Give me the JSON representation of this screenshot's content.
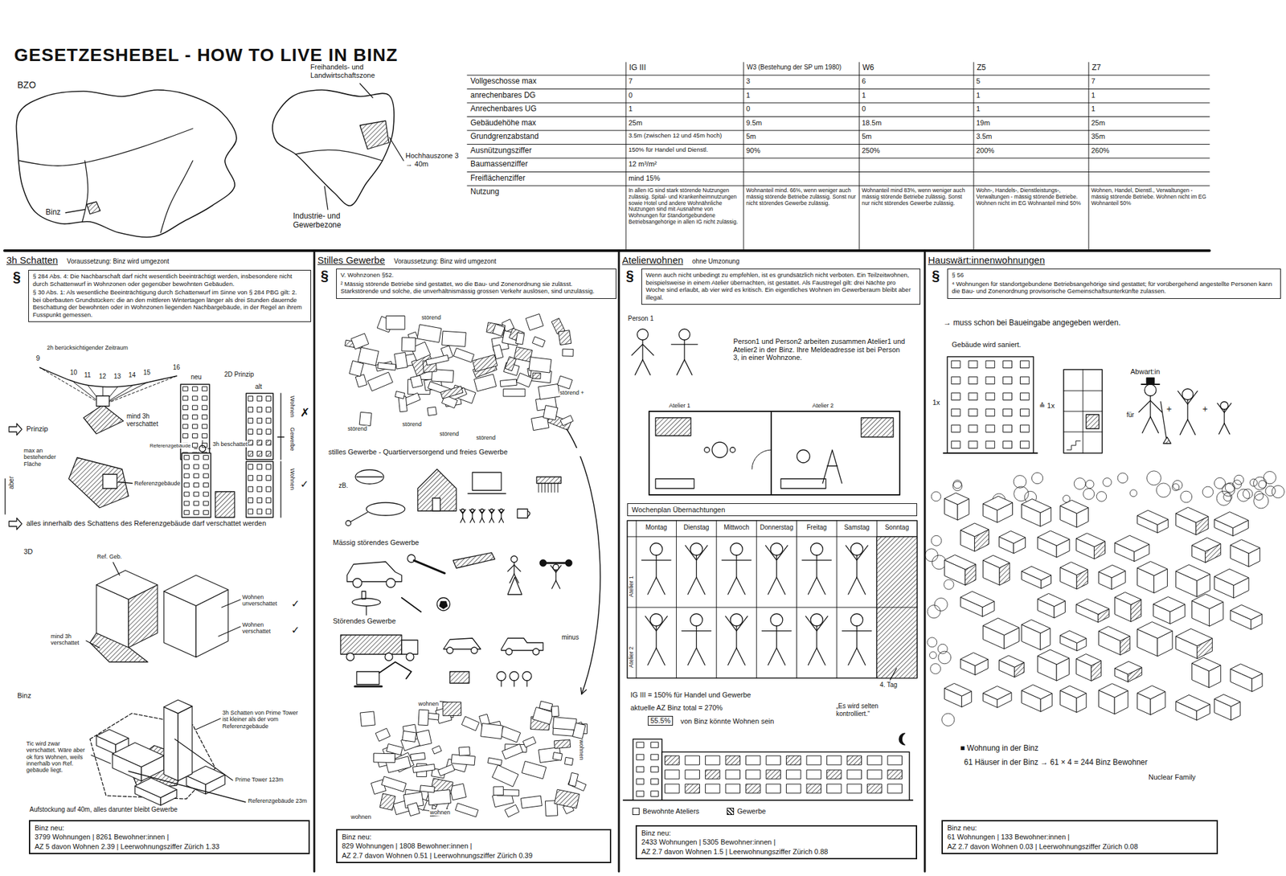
{
  "diagram": {
    "title": "GESETZESHEBEL - HOW TO LIVE IN BINZ",
    "nodes": [
      {
        "text": [
          "3h Schatten",
          "Voraussetzung: Binz wird umgezont"
        ]
      },
      {
        "text": [
          "§",
          "§ 284 Abs. 4: Die Nachbarschaft darf nicht wesentlich beeinträchtigt werden, insbesondere nicht durch Schattenwurf in Wohnzonen oder gegenüber bewohnten Gebäuden.",
          "§ 30 Abs. 1: Als wesentliche Beeinträchtigung durch Schattenwurf im Sinne von § 284 PBG gilt: 2. bei überbauten Grundstücken: die an den mittleren Wintertagen länger als drei Stunden dauernde Beschattung der bewohnten oder in Wohnzonen liegenden Nachbargebäude, in der Regel an ihrem Fusspunkt gemessen."
        ],
        "in": 0
      },
      {
        "text": [
          "Binz neu:",
          "3799 Wohnungen | 8261 Bewohner:innen |",
          "AZ 5 davon Wohnen 2.39 | Leerwohnungsziffer Zürich 1.33"
        ],
        "in": 0
      },
      {
        "text": [
          "Stilles Gewerbe",
          "Voraussetzung: Binz wird umgezont"
        ]
      },
      {
        "text": [
          "§",
          "V. Wohnzonen §52.",
          "² Mässig störende Betriebe sind gestattet, wo die Bau- und Zonenordnung sie zulässt. Starkstörende und solche, die unverhältnismässig grossen Verkehr auslösen, sind unzulässig."
        ],
        "in": 3
      },
      {
        "text": [
          "Binz neu:",
          "829 Wohnungen | 1808 Bewohner:innen |",
          "AZ 2.7 davon Wohnen 0.51 | Leerwohnungsziffer Zürich 0.39"
        ],
        "in": 3
      },
      {
        "text": [
          "Atelierwohnen",
          "ohne Umzonung"
        ]
      },
      {
        "text": [
          "§",
          "Wenn auch nicht unbedingt zu empfehlen, ist es grundsätzlich nicht verboten. Ein Teilzeitwohnen, beispielsweise in einem Atelier übernachten, ist gestattet. Als Faustregel gilt: drei Nächte pro Woche sind erlaubt, ab vier wird es kritisch. Ein eigentliches Wohnen im Gewerberaum bleibt aber illegal."
        ],
        "in": 6
      },
      {
        "text": [
          "Wochenplan Übernachtungen"
        ],
        "in": 6
      },
      {
        "text": [
          "Binz neu:",
          "2433 Wohnungen | 5305 Bewohner:innen |",
          "AZ 2.7 davon Wohnen 1.5 | Leerwohnungsziffer Zürich 0.88"
        ],
        "in": 6
      },
      {
        "text": [
          "Hauswärt:innenwohnungen"
        ]
      },
      {
        "text": [
          "§",
          "§ 56",
          "⁴ Wohnungen für standortgebundene Betriebsangehörige sind gestattet; für vorübergehend angestellte Personen kann die Bau- und Zonenordnung provisorische Gemeinschaftsunterkünfte zulassen."
        ],
        "in": 10
      },
      {
        "text": [
          "Binz neu:",
          "61 Wohnungen | 133 Bewohner:innen |",
          "AZ 2.7 davon Wohnen 0.03 | Leerwohnungsziffer Zürich 0.08"
        ],
        "in": 10
      }
    ],
    "labels": [
      "BZO",
      "Freihandels- und Landwirtschaftszone",
      "Hochhauszone 3 → 40m",
      "Binz",
      "Industrie- und Gewerbezone",
      "IG III",
      "W3 (Bestehung der SP um 1980)",
      "W6",
      "Z5",
      "Z7",
      "Vollgeschosse max",
      "7",
      "3",
      "6",
      "5",
      "7",
      "anrechenbares DG",
      "0",
      "1",
      "1",
      "1",
      "1",
      "Anrechenbares UG",
      "1",
      "0",
      "0",
      "1",
      "1",
      "Gebäudehöhe max",
      "25m",
      "9.5m",
      "18.5m",
      "19m",
      "25m",
      "Grundgrenzabstand",
      "3.5m (zwischen 12 und 45m hoch)",
      "5m",
      "5m",
      "3.5m",
      "35m",
      "Ausnützungsziffer",
      "150% für Handel und Dienstl.",
      "90%",
      "250%",
      "200%",
      "260%",
      "Baumassenziffer",
      "12 m³/m²",
      "Freiflächenziffer",
      "mind 15%",
      "Nutzung",
      "In allen IG sind stark störende Nutzungen zulässig. Spital- und Krankenheimnutzungen sowie Hotel und andere Wohnähnliche Nutzungen sind mit Ausnahme von Wohnungen für Standortgebundene Betriebsangehörige in allen IG nicht zulässig.",
      "Wohnanteil mind. 66%, wenn weniger auch mässig störende Betriebe zulässig. Sonst nur nicht störendes Gewerbe zulässig.",
      "Wohnanteil mind 83%, wenn weniger auch mässig störende Betriebe zulässig. Sonst nur nicht störendes Gewerbe zulässig.",
      "Wohn-, Handels-, Dienstleistungs-, Verwaltungen - mässig störende Betriebe. Wohnen nicht im EG Wohnanteil mind 50%",
      "Wohnen, Handel, Dienstl., Verwaltungen - mässig störende Betriebe. Wohnen nicht im EG Wohnanteil 50%",
      "9",
      "2h berücksichtigender Zeitraum",
      "10",
      "11",
      "12",
      "13",
      "14",
      "15",
      "16",
      "mind 3h verschattet",
      "neu",
      "2D Prinzip",
      "alt",
      "Wohnen",
      "Gewerbe",
      "✗",
      "Prinzip",
      "max an bestehender Fläche",
      "Referenzgebäude",
      "3h beschattet",
      "Referenzgebäude",
      "aber",
      "Wohnen",
      "✓",
      "alles innerhalb des Schattens des Referenzgebäude darf verschattet werden",
      "3D",
      "Ref. Geb.",
      "mind 3h verschattet",
      "Wohnen unverschattet",
      "✓",
      "Wohnen verschattet",
      "✓",
      "Binz",
      "3h Schatten von Prime Tower ist kleiner als der vom Referenzgebäude",
      "Tic wird zwar verschattet. Wäre aber ok fürs Wohnen, weils innerhalb von Ref. gebäude liegt.",
      "Prime Tower 123m",
      "Referenzgebäude 23m",
      "Aufstockung auf 40m, alles darunter bleibt Gewerbe",
      "störend",
      "störend +",
      "störend",
      "störend",
      "störend",
      "störend",
      "stilles Gewerbe - Quartierversorgend und freies Gewerbe",
      "zB.",
      "Mässig störendes Gewerbe",
      "Störendes Gewerbe",
      "minus",
      "wohnen",
      "wohnen",
      "wohnen",
      "wohnen",
      "Person 1",
      "Person1 und Person2 arbeiten zusammen Atelier1 und Atelier2 in der Binz. Ihre Meldeadresse ist bei Person 3, in einer Wohnzone.",
      "Atelier 1",
      "Atelier 2",
      "Montag",
      "Dienstag",
      "Mittwoch",
      "Donnerstag",
      "Freitag",
      "Samstag",
      "Sonntag",
      "Atelier 1",
      "Atelier 2",
      "4. Tag",
      "IG III = 150% für Handel und Gewerbe",
      "aktuelle AZ Binz total = 270%",
      "55.5%",
      "von Binz könnte Wohnen sein",
      "„Es wird selten kontrolliert.“",
      "→ muss schon bei Baueingabe angegeben werden.",
      "Gebäude wird saniert.",
      "1x",
      "≙ 1x",
      "Abwart:in",
      "für",
      "+",
      "+",
      "■ Wohnung in der Binz",
      "61 Häuser in der Binz → 61 × 4 = 244 Binz Bewohner",
      "Nuclear Family"
    ],
    "legend": [
      {
        "text": "Bewohnte Ateliers",
        "color": "#ffffff"
      },
      {
        "text": "Gewerbe"
      }
    ]
  }
}
